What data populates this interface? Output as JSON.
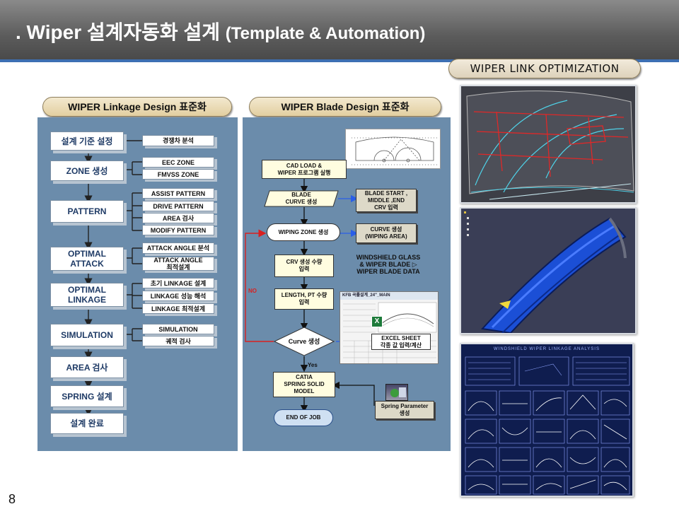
{
  "header": {
    "title_main": ". Wiper 설계자동화 설계 ",
    "title_sub": "(Template & Automation)"
  },
  "labels": {
    "linkage_design": "WIPER Linkage Design 표준화",
    "blade_design": "WIPER Blade Design 표준화",
    "link_optimization": "WIPER LINK OPTIMIZATION"
  },
  "linkage_flow": {
    "main_steps": [
      "설계 기준 설정",
      "ZONE 생성",
      "PATTERN",
      "OPTIMAL\nATTACK",
      "OPTIMAL\nLINKAGE",
      "SIMULATION",
      "AREA 검사",
      "SPRING 설계",
      "설계 완료"
    ],
    "sub_steps": [
      "경쟁차 분석",
      "EEC ZONE",
      "FMVSS ZONE",
      "ASSIST PATTERN",
      "DRIVE PATTERN",
      "AREA 검사",
      "MODIFY PATTERN",
      "ATTACK ANGLE 분석",
      "ATTACK ANGLE\n최적설계",
      "초기 LINKAGE 설계",
      "LINKAGE 성능 해석",
      "LINKAGE 최적설계",
      "SIMULATION",
      "궤적 검사"
    ]
  },
  "blade_flow": {
    "cad_load": "CAD LOAD &\nWIPER 프로그램 실행",
    "blade_curve": "BLADE\nCURVE 생성",
    "blade_start": "BLADE START ,\nMIDDLE ,END\nCRV 입력",
    "wiping_zone": "WIPING ZONE 생성",
    "curve_create": "CURVE 생성\n(WIPING AREA)",
    "crv_count": "CRV 생성 수량\n입력",
    "windshield_note": "WINDSHIELD GLASS\n& WIPER BLADE  ▷\nWIPER BLADE DATA",
    "length_pt": "LENGTH, PT 수량\n입력",
    "no_label": "NO",
    "curve_decision": "Curve 생성",
    "excel_sheet": "EXCEL SHEET\n각종 값 입력/계산",
    "yes_label": "Yes",
    "catia_model": "CATIA\nSPRING SOLID\nMODEL",
    "spring_param": "Spring Parameter\n생성",
    "end_job": "END OF JOB",
    "sheet_title": "KFB 곡률설계_24\"_MAIN"
  },
  "right_images": {
    "analysis_title": "WINDSHIELD WIPER LINKAGE ANALYSIS"
  },
  "slide_number": "8",
  "colors": {
    "panel": "#6b8cab",
    "header": "#5c5c5c",
    "accent_blue": "#3d6fb3",
    "no_arrow": "#d92020",
    "blue_arrow": "#2a5ee8"
  }
}
